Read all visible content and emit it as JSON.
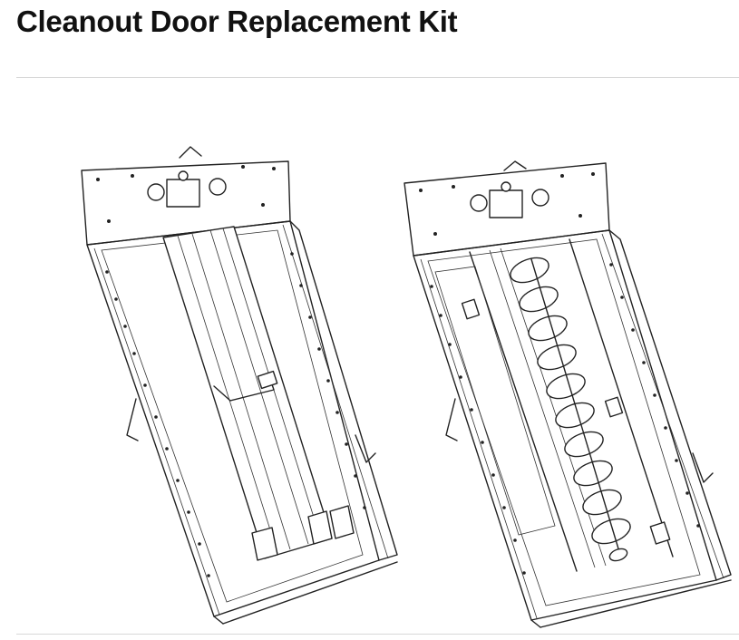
{
  "page": {
    "title": "Cleanout Door Replacement Kit"
  },
  "figure": {
    "panels": [
      {
        "name": "cleanout-door-housing-closed"
      },
      {
        "name": "cleanout-door-housing-open-auger"
      }
    ]
  }
}
